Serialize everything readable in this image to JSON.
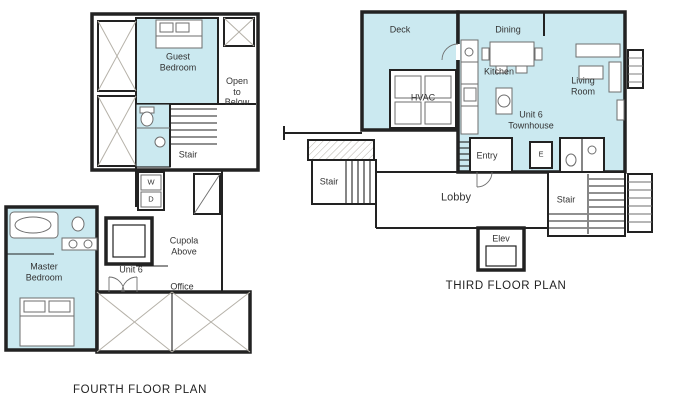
{
  "colors": {
    "room_fill": "#cbe9f0",
    "wall": "#222222",
    "hatch": "#b5b1a8",
    "fixture": "#6e6e6e",
    "label_text": "#333333",
    "background": "#ffffff"
  },
  "fourth_floor": {
    "title": "FOURTH FLOOR PLAN",
    "labels": {
      "guest_bedroom": "Guest\nBedroom",
      "open_to_below": "Open\nto\nBelow",
      "stair": "Stair",
      "washer": "W",
      "dryer": "D",
      "cupola_above": "Cupola\nAbove",
      "unit": "Unit 6",
      "office": "Office",
      "master_bedroom": "Master\nBedroom"
    }
  },
  "third_floor": {
    "title": "THIRD FLOOR PLAN",
    "labels": {
      "deck": "Deck",
      "hvac": "HVAC",
      "dining": "Dining",
      "kitchen": "Kitchen",
      "living_room": "Living\nRoom",
      "unit": "Unit 6\nTownhouse",
      "entry": "Entry",
      "electrical": "E",
      "stair_left": "Stair",
      "lobby": "Lobby",
      "stair_right": "Stair",
      "elev": "Elev"
    }
  }
}
